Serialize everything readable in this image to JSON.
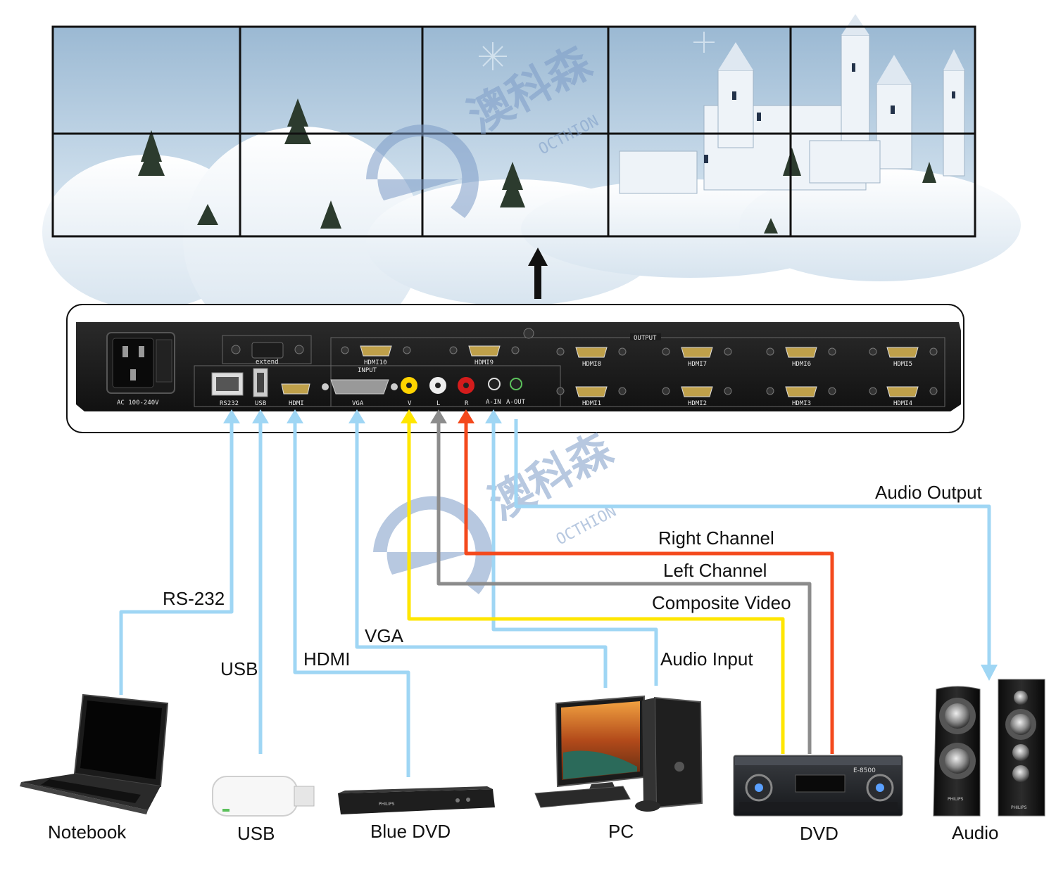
{
  "watermark": {
    "chinese": "澳科森",
    "latin": "OCTHION"
  },
  "device": {
    "power_label": "AC 100-240V",
    "extend_label": "extend",
    "input_label": "INPUT",
    "output_label": "OUTPUT",
    "input_ports": [
      "RS232",
      "USB",
      "HDMI",
      "VGA",
      "V",
      "L",
      "R",
      "A-IN",
      "A-OUT"
    ],
    "output_ports_top": [
      "HDMI10",
      "HDMI9",
      "HDMI8",
      "HDMI7",
      "HDMI6",
      "HDMI5"
    ],
    "output_ports_bottom": [
      "HDMI1",
      "HDMI2",
      "HDMI3",
      "HDMI4"
    ]
  },
  "connections": {
    "rs232": "RS-232",
    "usb": "USB",
    "hdmi": "HDMI",
    "vga": "VGA",
    "audio_output": "Audio Output",
    "right_channel": "Right Channel",
    "left_channel": "Left Channel",
    "composite_video": "Composite Video",
    "audio_input": "Audio Input"
  },
  "devices": {
    "notebook": "Notebook",
    "usb": "USB",
    "blue_dvd": "Blue DVD",
    "pc": "PC",
    "dvd": "DVD",
    "audio": "Audio"
  },
  "device_branding": {
    "amp_model": "E-8500",
    "dvd_brand": "PHILIPS",
    "speaker_brand": "PHILIPS"
  },
  "colors": {
    "cable_blue": "#9fd6f4",
    "cable_yellow": "#ffe600",
    "cable_gray": "#8c8c8c",
    "cable_red": "#f4491c"
  }
}
